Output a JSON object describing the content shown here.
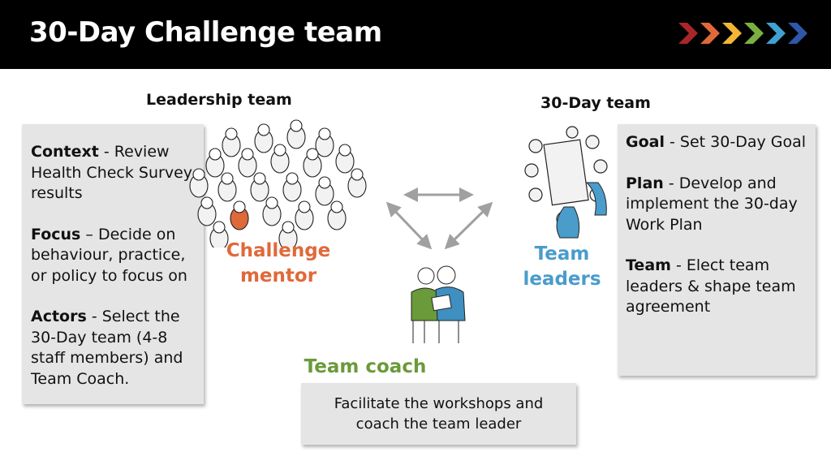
{
  "header": {
    "title": "30-Day Challenge team",
    "chevron_colors": [
      "#a8262a",
      "#e0693a",
      "#f2b535",
      "#7ab041",
      "#41a0d2",
      "#2f57a8"
    ]
  },
  "leadership": {
    "heading": "Leadership team",
    "role": "Challenge mentor",
    "role_color": "#e0693a",
    "items": [
      {
        "term": "Context",
        "text": " - Review Health Check Survey results"
      },
      {
        "term": "Focus",
        "text": " – Decide on behaviour, practice, or policy to focus on"
      },
      {
        "term": "Actors",
        "text": " - Select the 30-Day team (4-8 staff members) and Team Coach."
      }
    ]
  },
  "thirty_day": {
    "heading": "30-Day team",
    "role": "Team leaders",
    "role_color": "#4a9ccb",
    "items": [
      {
        "term": "Goal",
        "text": " - Set 30-Day Goal"
      },
      {
        "term": "Plan",
        "text": " - Develop and implement the 30-day Work Plan"
      },
      {
        "term": "Team",
        "text": " - Elect team leaders & shape team agreement"
      }
    ]
  },
  "coach": {
    "role": "Team coach",
    "role_color": "#6a9a3a",
    "description": "Facilitate the workshops and coach the team leader"
  }
}
